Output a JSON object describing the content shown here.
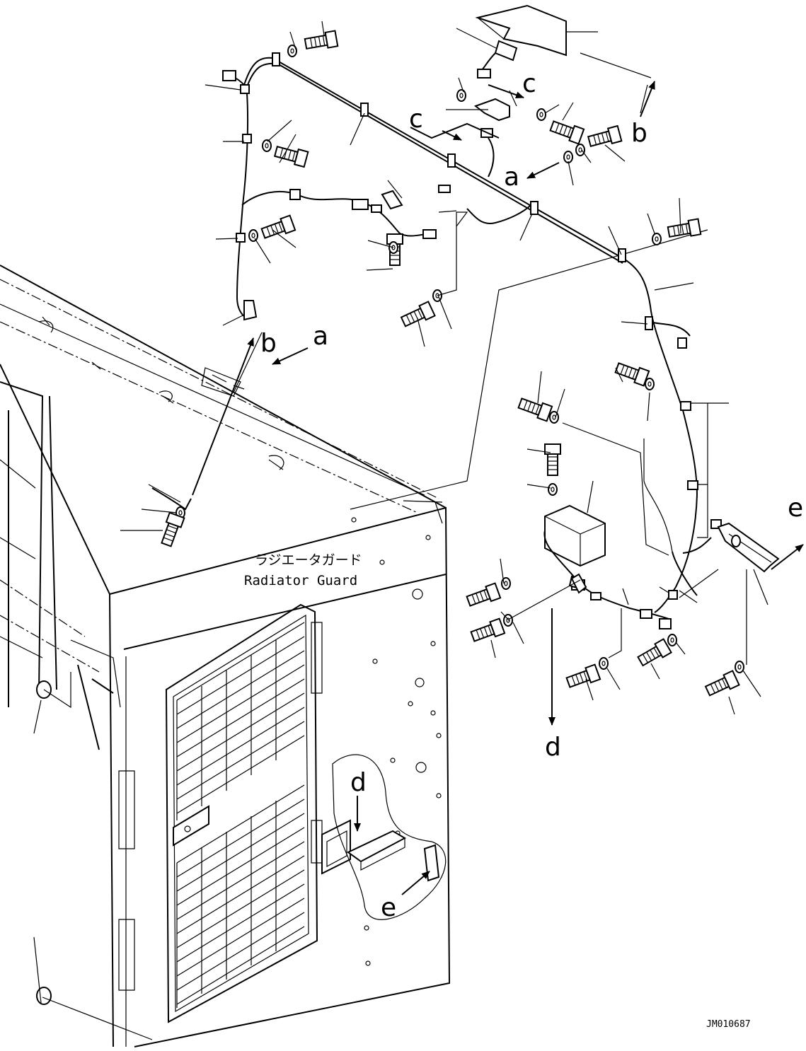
{
  "labels": {
    "a": "a",
    "b": "b",
    "c": "c",
    "d": "d",
    "e": "e"
  },
  "caption": {
    "jp": "ラジエータガード",
    "en": "Radiator Guard"
  },
  "drawing_code": "JM010687"
}
